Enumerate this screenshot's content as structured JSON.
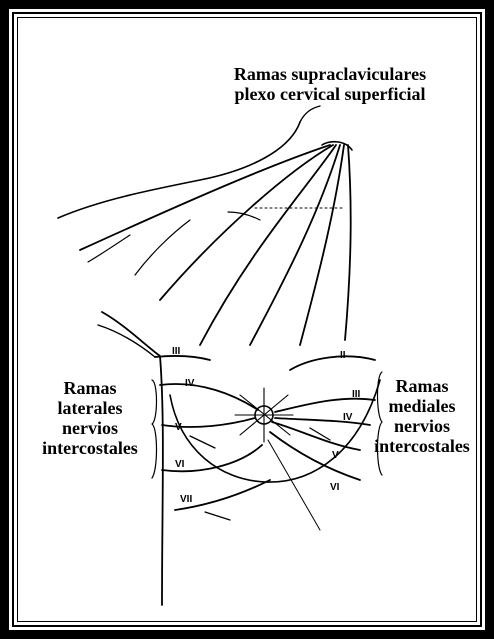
{
  "labels": {
    "top_line1": "Ramas  supraclaviculares",
    "top_line2": "plexo cervical superficial",
    "left_line1": "Ramas",
    "left_line2": "laterales",
    "left_line3": "nervios",
    "left_line4": "intercostales",
    "right_line1": "Ramas",
    "right_line2": "mediales",
    "right_line3": "nervios",
    "right_line4": "intercostales"
  },
  "roman_left": [
    "III",
    "IV",
    "V",
    "VI",
    "VII"
  ],
  "roman_right": [
    "II",
    "III",
    "IV",
    "V",
    "VI"
  ],
  "colors": {
    "frame": "#000000",
    "background": "#ffffff",
    "ink": "#000000"
  }
}
